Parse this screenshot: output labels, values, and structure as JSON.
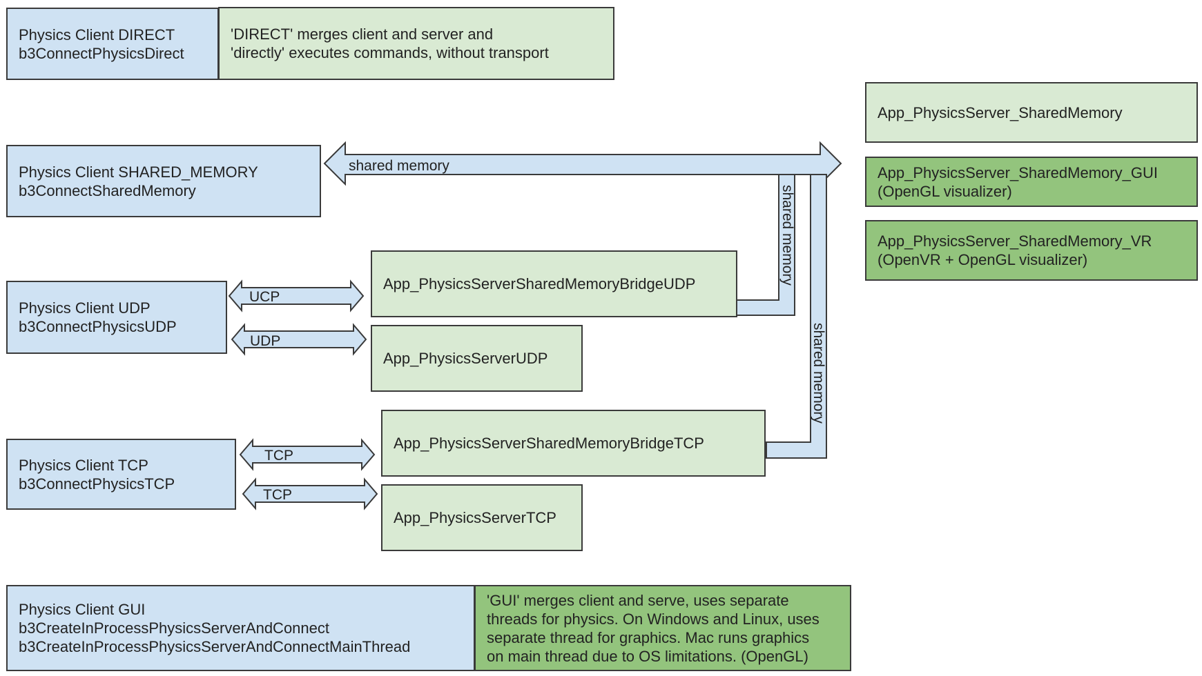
{
  "clients": {
    "direct": {
      "line1": "Physics Client DIRECT",
      "line2": "b3ConnectPhysicsDirect",
      "note": {
        "line1": "'DIRECT' merges client and server and",
        "line2": "'directly' executes commands, without transport"
      }
    },
    "shared_memory": {
      "line1": "Physics Client SHARED_MEMORY",
      "line2": "b3ConnectSharedMemory"
    },
    "udp": {
      "line1": "Physics Client UDP",
      "line2": "b3ConnectPhysicsUDP"
    },
    "tcp": {
      "line1": "Physics Client TCP",
      "line2": "b3ConnectPhysicsTCP"
    },
    "gui": {
      "line1": "Physics Client GUI",
      "line2": "b3CreateInProcessPhysicsServerAndConnect",
      "line3": "b3CreateInProcessPhysicsServerAndConnectMainThread",
      "note": {
        "line1": "'GUI' merges client and serve, uses separate",
        "line2": "threads for physics. On Windows and Linux, uses",
        "line3": "separate thread for graphics. Mac runs graphics",
        "line4": "on main thread due to OS limitations. (OpenGL)"
      }
    }
  },
  "servers": {
    "shared_memory": {
      "line1": "App_PhysicsServer_SharedMemory"
    },
    "shared_memory_gui": {
      "line1": "App_PhysicsServer_SharedMemory_GUI",
      "line2": "(OpenGL visualizer)"
    },
    "shared_memory_vr": {
      "line1": "App_PhysicsServer_SharedMemory_VR",
      "line2": "(OpenVR + OpenGL visualizer)"
    },
    "bridge_udp": {
      "line1": "App_PhysicsServerSharedMemoryBridgeUDP"
    },
    "udp": {
      "line1": "App_PhysicsServerUDP"
    },
    "bridge_tcp": {
      "line1": "App_PhysicsServerSharedMemoryBridgeTCP"
    },
    "tcp": {
      "line1": "App_PhysicsServerTCP"
    }
  },
  "connectors": {
    "shared_memory_main": "shared memory",
    "shared_memory_udp_bridge": "shared memory",
    "shared_memory_tcp_bridge": "shared memory",
    "ucp": "UCP",
    "udp": "UDP",
    "tcp_bridge": "TCP",
    "tcp": "TCP"
  },
  "colors": {
    "client_fill": "#cfe2f3",
    "server_fill": "#d9ead3",
    "visualizer_fill": "#93c47d",
    "outline": "#3a3a3a",
    "arrow_fill": "#cfe2f3"
  }
}
